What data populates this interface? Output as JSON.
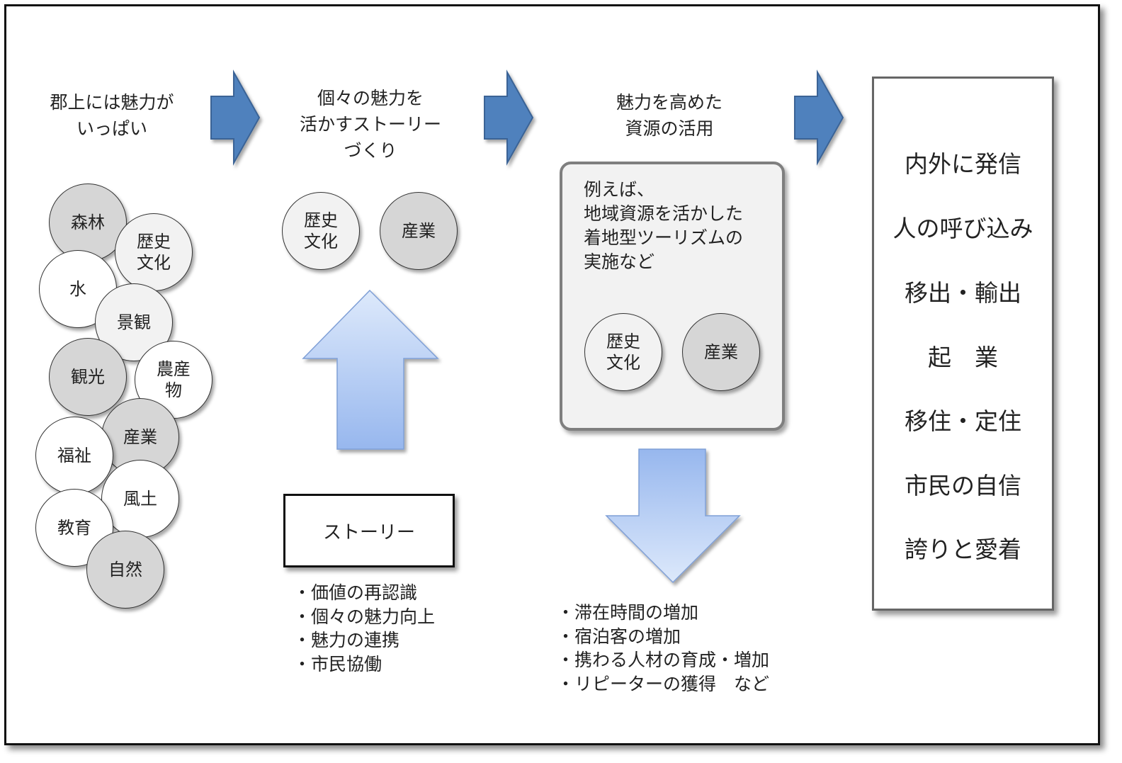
{
  "headings": {
    "step1": "郡上には魅力が\nいっぱい",
    "step2": "個々の魅力を\n活かすストーリー\nづくり",
    "step3": "魅力を高めた\n資源の活用"
  },
  "resource_circles": [
    {
      "label": "森林",
      "shade": "dark"
    },
    {
      "label": "歴史\n文化",
      "shade": "light"
    },
    {
      "label": "水",
      "shade": "white"
    },
    {
      "label": "景観",
      "shade": "light"
    },
    {
      "label": "観光",
      "shade": "dark"
    },
    {
      "label": "農産\n物",
      "shade": "white"
    },
    {
      "label": "産業",
      "shade": "dark"
    },
    {
      "label": "福祉",
      "shade": "white"
    },
    {
      "label": "風土",
      "shade": "white"
    },
    {
      "label": "教育",
      "shade": "white"
    },
    {
      "label": "自然",
      "shade": "dark"
    }
  ],
  "story_circles": [
    {
      "label": "歴史\n文化",
      "shade": "light"
    },
    {
      "label": "産業",
      "shade": "dark"
    }
  ],
  "story_box": {
    "label": "ストーリー"
  },
  "story_list": [
    "・価値の再認識",
    "・個々の魅力向上",
    "・魅力の連携",
    "・市民協働"
  ],
  "example_box": {
    "text": "例えば、\n地域資源を活かした\n着地型ツーリズムの\n実施など",
    "circles": [
      {
        "label": "歴史\n文化",
        "shade": "light"
      },
      {
        "label": "産業",
        "shade": "dark"
      }
    ]
  },
  "effect_list": [
    "・滞在時間の増加",
    "・宿泊客の増加",
    "・携わる人材の育成・増加",
    "・リピーターの獲得　など"
  ],
  "results": [
    "内外に発信",
    "人の呼び込み",
    "移出・輸出",
    "起　業",
    "移住・定住",
    "市民の自信",
    "誇りと愛着"
  ],
  "colors": {
    "flow_arrow": "#4f81bd",
    "flow_arrow_border": "#3a6496",
    "big_arrow_light": "#dce8fb",
    "big_arrow_dark": "#9ab9ee",
    "circle_dark": "#d6d6d6",
    "circle_light": "#f2f2f2"
  }
}
